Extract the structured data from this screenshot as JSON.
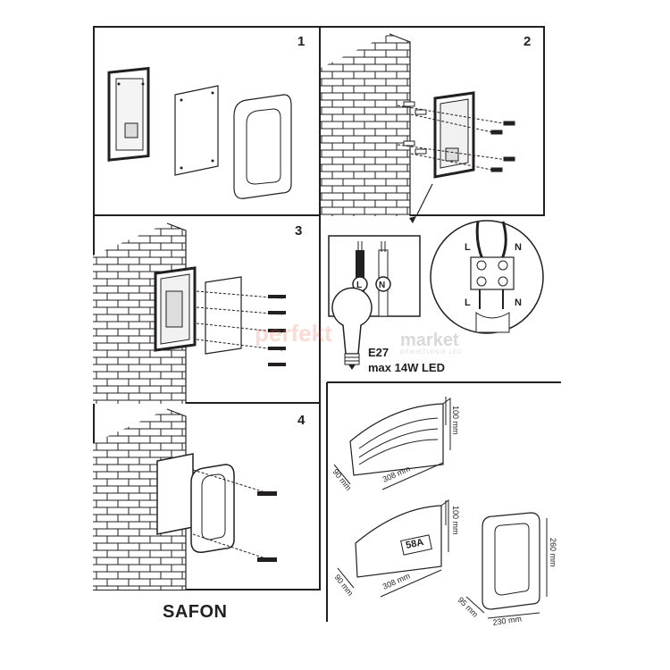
{
  "steps": [
    "1",
    "2",
    "3",
    "4"
  ],
  "product_name": "SAFON",
  "wiring": {
    "live": "L",
    "neutral": "N"
  },
  "bulb": {
    "socket": "E27",
    "max": "max 14W LED"
  },
  "house_number": "58A",
  "dimensions": {
    "height_arc": "100 mm",
    "depth_arc": "90 mm",
    "width_arc": "308 mm",
    "height_arc2": "100 mm",
    "depth_arc2": "90 mm",
    "width_arc2": "308 mm",
    "height_rect": "260 mm",
    "depth_rect": "95 mm",
    "width_rect": "230 mm"
  },
  "watermark": {
    "brand": "perfekt",
    "suffix": "market",
    "tagline": "OŚWIETLENIE LED"
  }
}
